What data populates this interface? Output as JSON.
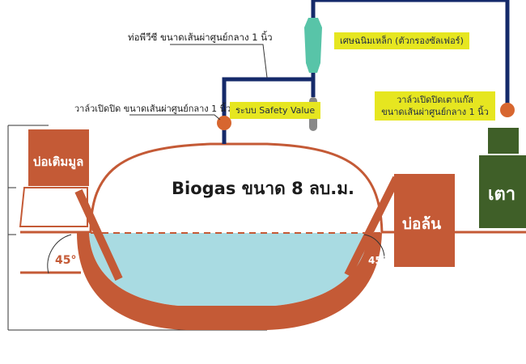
{
  "diagram": {
    "title": "Biogas ขนาด 8 ลบ.ม.",
    "labels": {
      "inlet_pipe": "ท่อพีวีซี ขนาดเส้นผ่าศูนย์กลาง 1 นิ้ว",
      "main_valve": "วาล์วเปิดปิด ขนาดเส้นผ่าศูนย์กลาง 1 นิ้ว",
      "filter": "เศษฉนิมเหล็ก (ตัวกรองซัลเฟอร์)",
      "safety_valve": "ระบบ Safety Value",
      "stove_valve_line1": "วาล์วเปิดปิดเตาแก๊ส",
      "stove_valve_line2": "ขนาดเส้นผ่าศูนย์กลาง 1 นิ้ว",
      "inlet_tank": "บ่อเติมมูล",
      "overflow_tank": "บ่อล้น",
      "stove": "เตา",
      "angle_left": "45°",
      "angle_right": "45°"
    },
    "colors": {
      "tank": "#c45a36",
      "stove": "#3f5f28",
      "pipe": "#152a6a",
      "water": "#a9dbe2",
      "callout": "#e6e620",
      "valve": "#d7662f",
      "filter": "#58c4a8"
    }
  }
}
